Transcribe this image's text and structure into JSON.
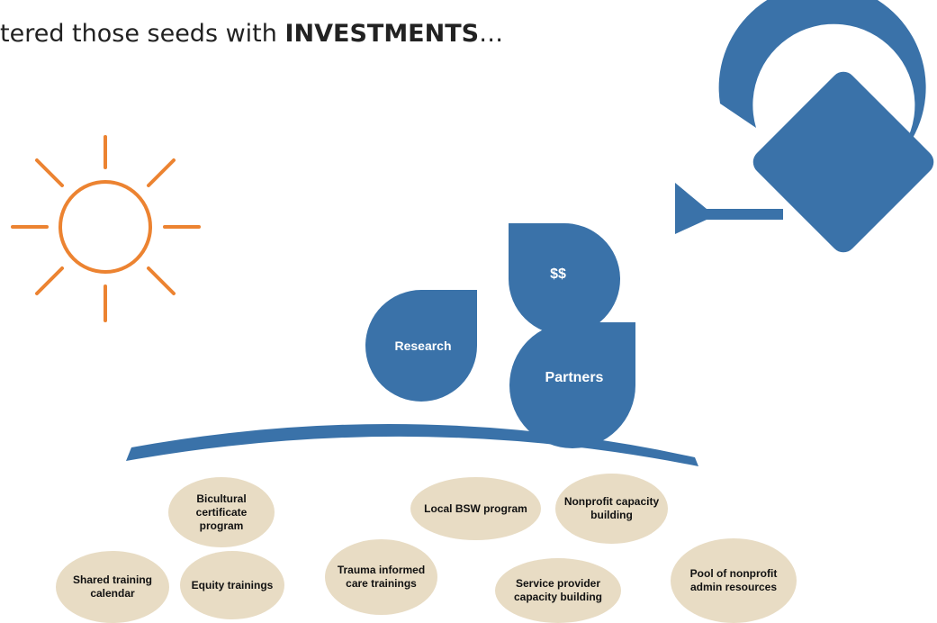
{
  "title": {
    "prefix": "tered those seeds with ",
    "emphasis": "INVESTMENTS",
    "suffix": "…"
  },
  "drops": {
    "money": "$$",
    "research": "Research",
    "partners": "Partners"
  },
  "seeds": [
    "Shared training calendar",
    "Bicultural certificate program",
    "Equity trainings",
    "Trauma informed care trainings",
    "Local BSW program",
    "Service provider capacity building",
    "Nonprofit capacity building",
    "Pool of nonprofit admin resources"
  ],
  "colors": {
    "sun": "#ec8331",
    "drop": "#3a72a9",
    "seed": "#e8dcc4"
  },
  "icons": [
    "sun-icon",
    "watering-can-icon",
    "water-drop-icon",
    "soil-arc"
  ]
}
